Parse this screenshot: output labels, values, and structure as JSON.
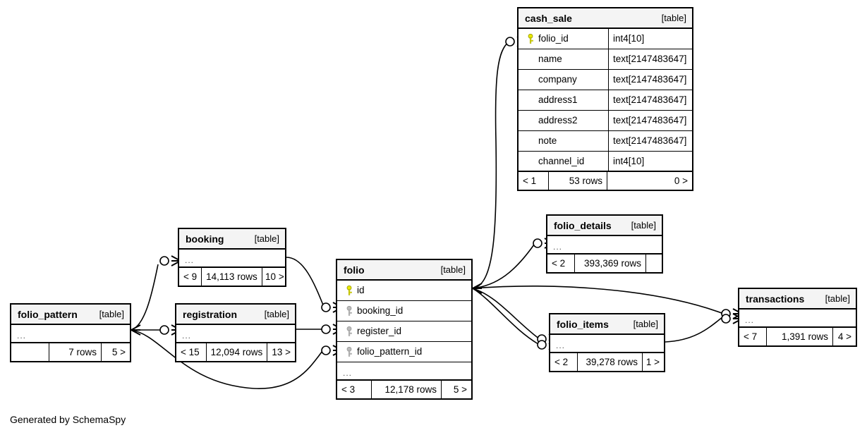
{
  "diagram": {
    "type": "entity-relationship-diagram",
    "generator_note": "Generated by SchemaSpy",
    "table_tag": "[table]",
    "ellipsis": "...",
    "rows_suffix": "rows"
  },
  "tables": [
    {
      "id": "cash_sale",
      "name": "cash_sale",
      "tag": "[table]",
      "columns": [
        {
          "name": "folio_id",
          "type": "int4[10]",
          "key": "primary"
        },
        {
          "name": "name",
          "type": "text[2147483647]",
          "key": "none"
        },
        {
          "name": "company",
          "type": "text[2147483647]",
          "key": "none"
        },
        {
          "name": "address1",
          "type": "text[2147483647]",
          "key": "none"
        },
        {
          "name": "address2",
          "type": "text[2147483647]",
          "key": "none"
        },
        {
          "name": "note",
          "type": "text[2147483647]",
          "key": "none"
        },
        {
          "name": "channel_id",
          "type": "int4[10]",
          "key": "none"
        }
      ],
      "footer": {
        "left": "< 1",
        "middle": "53 rows",
        "right": "0 >"
      }
    },
    {
      "id": "folio",
      "name": "folio",
      "tag": "[table]",
      "columns": [
        {
          "name": "id",
          "type": "",
          "key": "primary"
        },
        {
          "name": "booking_id",
          "type": "",
          "key": "foreign"
        },
        {
          "name": "register_id",
          "type": "",
          "key": "foreign"
        },
        {
          "name": "folio_pattern_id",
          "type": "",
          "key": "foreign"
        }
      ],
      "has_ellipsis": true,
      "footer": {
        "left": "< 3",
        "middle": "12,178 rows",
        "right": "5 >"
      }
    },
    {
      "id": "booking",
      "name": "booking",
      "tag": "[table]",
      "columns": [],
      "has_ellipsis": true,
      "footer": {
        "left": "< 9",
        "middle": "14,113 rows",
        "right": "10 >"
      }
    },
    {
      "id": "registration",
      "name": "registration",
      "tag": "[table]",
      "columns": [],
      "has_ellipsis": true,
      "footer": {
        "left": "< 15",
        "middle": "12,094 rows",
        "right": "13 >"
      }
    },
    {
      "id": "folio_pattern",
      "name": "folio_pattern",
      "tag": "[table]",
      "columns": [],
      "has_ellipsis": true,
      "footer": {
        "left": "",
        "middle": "7 rows",
        "right": "5 >"
      }
    },
    {
      "id": "folio_details",
      "name": "folio_details",
      "tag": "[table]",
      "columns": [],
      "has_ellipsis": true,
      "footer": {
        "left": "< 2",
        "middle": "393,369 rows",
        "right": ""
      }
    },
    {
      "id": "folio_items",
      "name": "folio_items",
      "tag": "[table]",
      "columns": [],
      "has_ellipsis": true,
      "footer": {
        "left": "< 2",
        "middle": "39,278 rows",
        "right": "1 >"
      }
    },
    {
      "id": "transactions",
      "name": "transactions",
      "tag": "[table]",
      "columns": [],
      "has_ellipsis": true,
      "footer": {
        "left": "< 7",
        "middle": "1,391 rows",
        "right": "4 >"
      }
    }
  ],
  "relationships": [
    {
      "from": "folio",
      "to": "cash_sale"
    },
    {
      "from": "folio",
      "to": "folio_details"
    },
    {
      "from": "folio",
      "to": "folio_items"
    },
    {
      "from": "folio",
      "to": "transactions"
    },
    {
      "from": "booking",
      "to": "folio"
    },
    {
      "from": "registration",
      "to": "folio"
    },
    {
      "from": "folio_pattern",
      "to": "folio"
    },
    {
      "from": "folio_pattern",
      "to": "booking"
    },
    {
      "from": "folio_items",
      "to": "transactions"
    }
  ],
  "colors": {
    "primary_key": "#e8e800",
    "foreign_key": "#bbbbbb",
    "border": "#000000",
    "header_bg": "#f4f4f4",
    "background": "#ffffff"
  }
}
